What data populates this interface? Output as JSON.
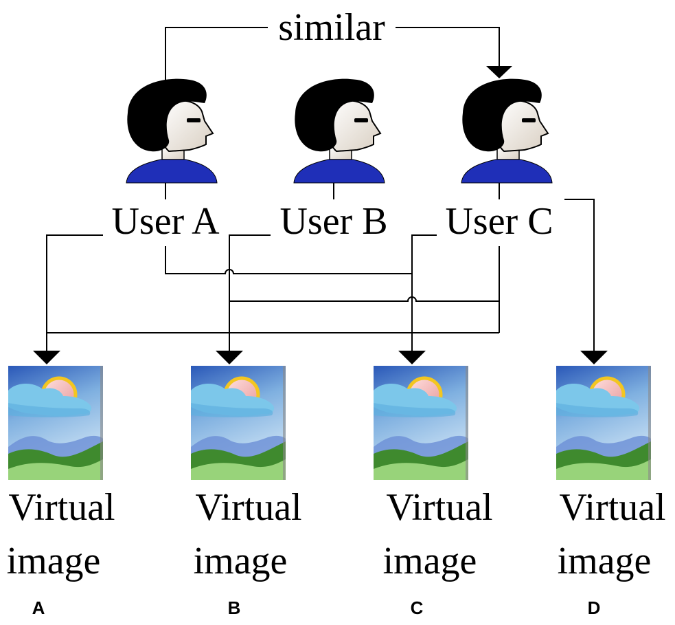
{
  "relation_label": "similar",
  "users": [
    {
      "label": "User A"
    },
    {
      "label": "User B"
    },
    {
      "label": "User C"
    }
  ],
  "images": [
    {
      "line1": "Virtual",
      "line2": "image",
      "letter": "A"
    },
    {
      "line1": "Virtual",
      "line2": "image",
      "letter": "B"
    },
    {
      "line1": "Virtual",
      "line2": "image",
      "letter": "C"
    },
    {
      "line1": "Virtual",
      "line2": "image",
      "letter": "D"
    }
  ],
  "colors": {
    "hair": "#000000",
    "skin": "#f0ebe3",
    "shirt": "#1f2fb8",
    "sky_top": "#2a58b8",
    "sky_bottom": "#c6def2",
    "cloud": "#7cc7ea",
    "sun": "#f2b3b3",
    "sun_ring": "#f3c620",
    "hill_dark": "#3f8a2e",
    "hill_light": "#98d37a",
    "mountain": "#6b8ed6"
  },
  "icons": [
    "person-icon",
    "picture-icon",
    "arrow-down-icon"
  ]
}
